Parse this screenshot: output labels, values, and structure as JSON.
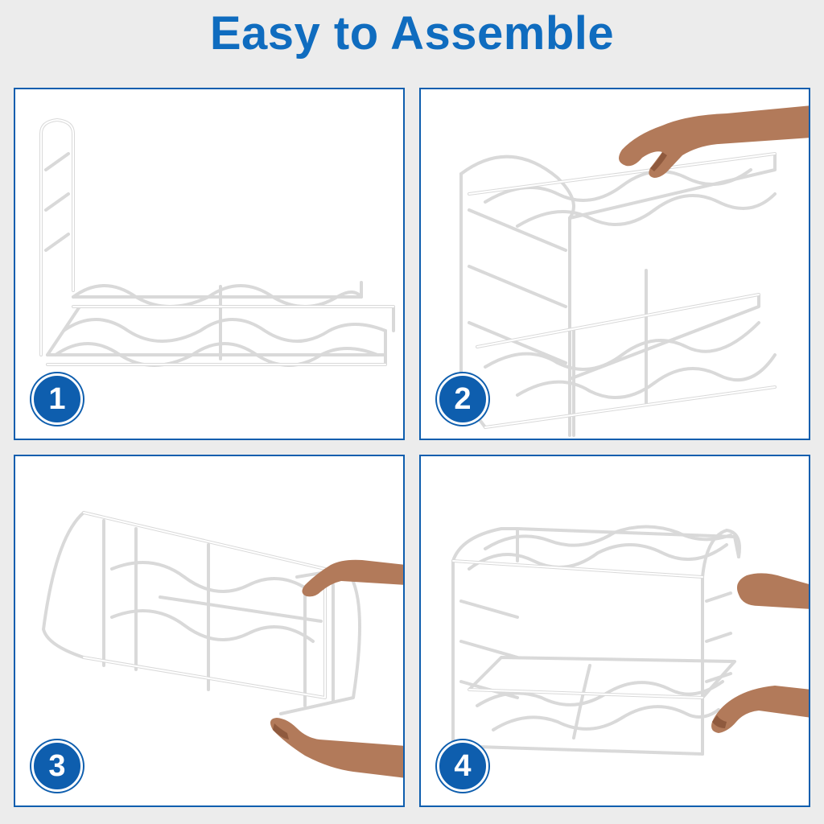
{
  "title": "Easy to Assemble",
  "colors": {
    "title": "#0f6cbf",
    "panel_border": "#0e5eae",
    "badge": "#0e5eae"
  },
  "steps": [
    {
      "number": "1"
    },
    {
      "number": "2"
    },
    {
      "number": "3"
    },
    {
      "number": "4"
    }
  ]
}
